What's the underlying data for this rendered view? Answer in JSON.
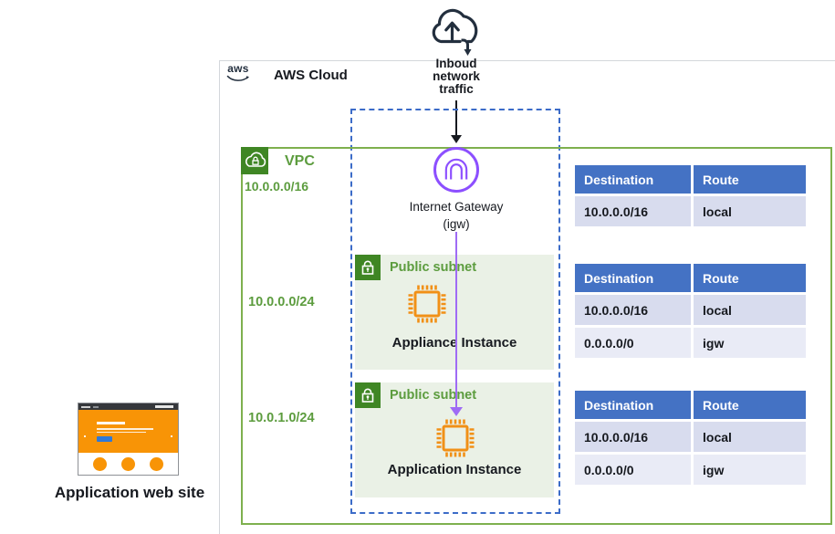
{
  "header": {
    "aws_logo": "aws",
    "aws_cloud_label": "AWS Cloud"
  },
  "traffic": {
    "label": "Inboud\nnetwork\ntraffic"
  },
  "vpc": {
    "label": "VPC",
    "cidr": "10.0.0.0/16"
  },
  "igw": {
    "name": "Internet Gateway",
    "id": "(igw)"
  },
  "subnets": [
    {
      "label": "Public subnet",
      "cidr": "10.0.0.0/24",
      "instance_label": "Appliance Instance"
    },
    {
      "label": "Public subnet",
      "cidr": "10.0.1.0/24",
      "instance_label": "Application Instance"
    }
  ],
  "route_tables": [
    {
      "headers": [
        "Destination",
        "Route"
      ],
      "rows": [
        [
          "10.0.0.0/16",
          "local"
        ]
      ]
    },
    {
      "headers": [
        "Destination",
        "Route"
      ],
      "rows": [
        [
          "10.0.0.0/16",
          "local"
        ],
        [
          "0.0.0.0/0",
          "igw"
        ]
      ]
    },
    {
      "headers": [
        "Destination",
        "Route"
      ],
      "rows": [
        [
          "10.0.0.0/16",
          "local"
        ],
        [
          "0.0.0.0/0",
          "igw"
        ]
      ]
    }
  ],
  "website": {
    "label": "Application web site"
  },
  "colors": {
    "table_header_blue": "#4472C4",
    "table_row_odd": "#D8DCEE",
    "table_row_even": "#E9EBF6",
    "icon_green": "#3F8624",
    "vpc_border_green": "#7EB04E",
    "text_green": "#5C9C3E",
    "subnet_fill": "#EAF1E6",
    "chip_orange": "#F19016",
    "igw_purple": "#8C4FFF",
    "arrow_purple": "#9F6BF5",
    "dashed_blue": "#3C6CC8",
    "navy": "#232F3E",
    "hero_orange": "#F89406"
  }
}
